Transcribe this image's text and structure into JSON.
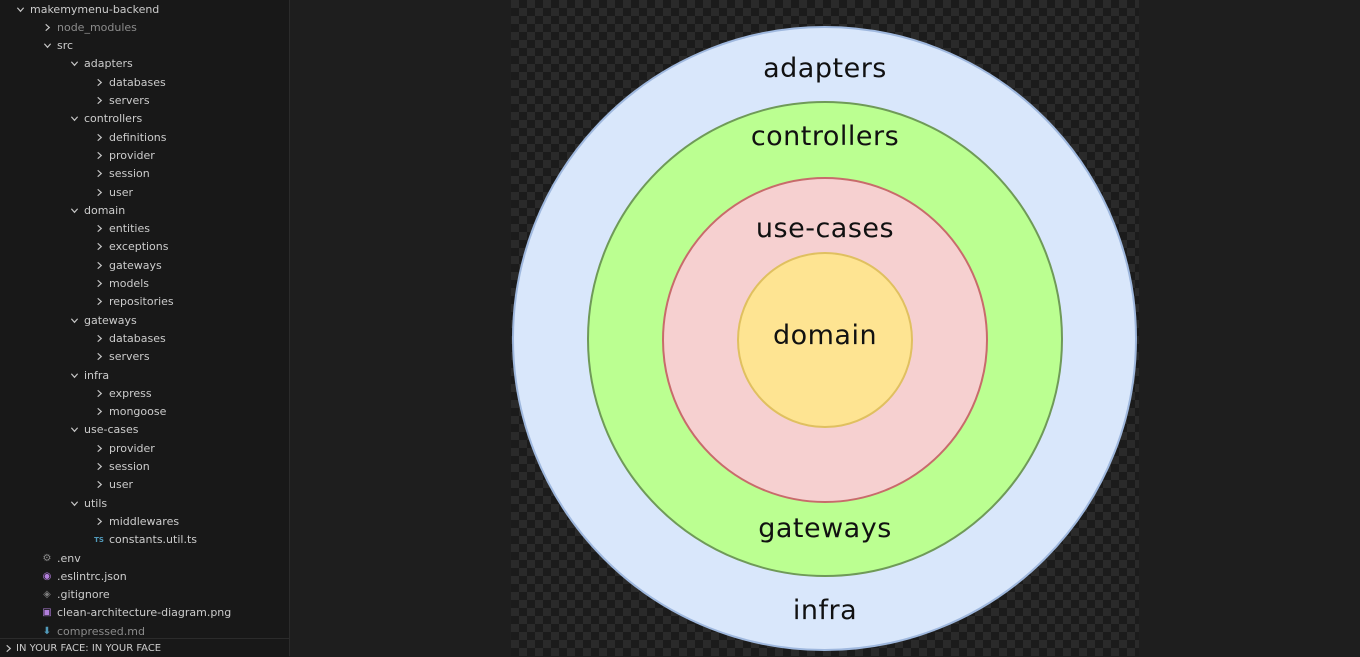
{
  "explorer": {
    "items": [
      {
        "label": "makemymenu-backend",
        "kind": "folder",
        "open": true,
        "depth": 0
      },
      {
        "label": "node_modules",
        "kind": "folder",
        "open": false,
        "depth": 1,
        "dim": true
      },
      {
        "label": "src",
        "kind": "folder",
        "open": true,
        "depth": 1
      },
      {
        "label": "adapters",
        "kind": "folder",
        "open": true,
        "depth": 2
      },
      {
        "label": "databases",
        "kind": "folder",
        "open": false,
        "depth": 3
      },
      {
        "label": "servers",
        "kind": "folder",
        "open": false,
        "depth": 3
      },
      {
        "label": "controllers",
        "kind": "folder",
        "open": true,
        "depth": 2
      },
      {
        "label": "definitions",
        "kind": "folder",
        "open": false,
        "depth": 3
      },
      {
        "label": "provider",
        "kind": "folder",
        "open": false,
        "depth": 3
      },
      {
        "label": "session",
        "kind": "folder",
        "open": false,
        "depth": 3
      },
      {
        "label": "user",
        "kind": "folder",
        "open": false,
        "depth": 3
      },
      {
        "label": "domain",
        "kind": "folder",
        "open": true,
        "depth": 2
      },
      {
        "label": "entities",
        "kind": "folder",
        "open": false,
        "depth": 3
      },
      {
        "label": "exceptions",
        "kind": "folder",
        "open": false,
        "depth": 3
      },
      {
        "label": "gateways",
        "kind": "folder",
        "open": false,
        "depth": 3
      },
      {
        "label": "models",
        "kind": "folder",
        "open": false,
        "depth": 3
      },
      {
        "label": "repositories",
        "kind": "folder",
        "open": false,
        "depth": 3
      },
      {
        "label": "gateways",
        "kind": "folder",
        "open": true,
        "depth": 2
      },
      {
        "label": "databases",
        "kind": "folder",
        "open": false,
        "depth": 3
      },
      {
        "label": "servers",
        "kind": "folder",
        "open": false,
        "depth": 3
      },
      {
        "label": "infra",
        "kind": "folder",
        "open": true,
        "depth": 2
      },
      {
        "label": "express",
        "kind": "folder",
        "open": false,
        "depth": 3
      },
      {
        "label": "mongoose",
        "kind": "folder",
        "open": false,
        "depth": 3
      },
      {
        "label": "use-cases",
        "kind": "folder",
        "open": true,
        "depth": 2
      },
      {
        "label": "provider",
        "kind": "folder",
        "open": false,
        "depth": 3
      },
      {
        "label": "session",
        "kind": "folder",
        "open": false,
        "depth": 3
      },
      {
        "label": "user",
        "kind": "folder",
        "open": false,
        "depth": 3
      },
      {
        "label": "utils",
        "kind": "folder",
        "open": true,
        "depth": 2
      },
      {
        "label": "middlewares",
        "kind": "folder",
        "open": false,
        "depth": 3
      },
      {
        "label": "constants.util.ts",
        "kind": "file",
        "icon": "ts-icon",
        "icon_text": "TS",
        "depth": 3
      },
      {
        "label": ".env",
        "kind": "file",
        "icon": "gear-icon",
        "icon_text": "⚙",
        "depth": 1
      },
      {
        "label": ".eslintrc.json",
        "kind": "file",
        "icon": "eslint-icon",
        "icon_text": "◉",
        "depth": 1
      },
      {
        "label": ".gitignore",
        "kind": "file",
        "icon": "git-icon",
        "icon_text": "◈",
        "depth": 1
      },
      {
        "label": "clean-architecture-diagram.png",
        "kind": "file",
        "icon": "image-icon",
        "icon_text": "▣",
        "depth": 1
      },
      {
        "label": "compressed.md",
        "kind": "file",
        "icon": "markdown-icon",
        "icon_text": "⬇",
        "depth": 1,
        "dim": true
      }
    ]
  },
  "statusbar": {
    "label": "IN YOUR FACE: IN YOUR FACE"
  },
  "diagram": {
    "rings": {
      "adapters": "adapters",
      "controllers": "controllers",
      "usecases": "use-cases",
      "domain": "domain",
      "gateways": "gateways",
      "infra": "infra"
    },
    "colors": {
      "adapters": "#d9e7fb",
      "controllers": "#bbff91",
      "usecases": "#f6d0d0",
      "domain": "#fee492"
    }
  }
}
